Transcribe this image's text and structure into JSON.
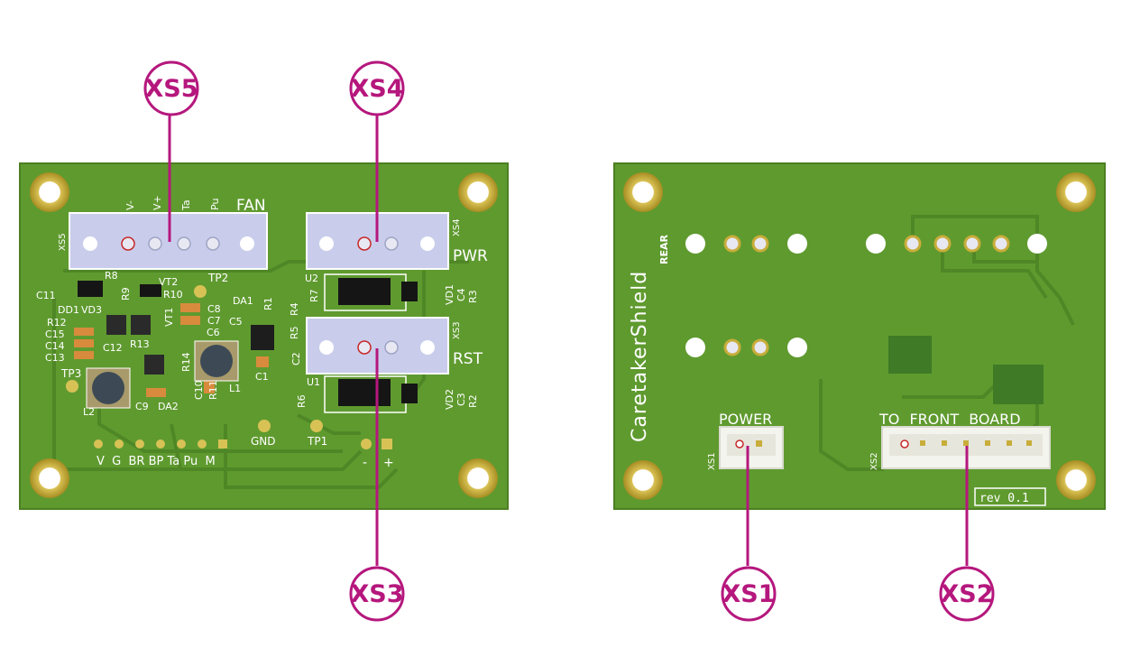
{
  "colors": {
    "pcb": "#5f9a2f",
    "pcb_edge": "#4c7f22",
    "trace": "#4f8726",
    "pad_gold": "#c8ad3a",
    "callout": "#b5177d",
    "connector": "#c9cdeb",
    "silk": "#ffffff"
  },
  "callouts": {
    "xs5": "XS5",
    "xs4": "XS4",
    "xs3": "XS3",
    "xs1": "XS1",
    "xs2": "XS2"
  },
  "front": {
    "fan_label": "FAN",
    "pwr_label": "PWR",
    "rst_label": "RST",
    "xs5_ref": "XS5",
    "xs4_ref": "XS4",
    "xs3_ref": "XS3",
    "fan_pins": [
      "V-",
      "V+",
      "Ta",
      "Pu"
    ],
    "header_pins": "V  G  BR BP Ta Pu  M",
    "gnd": "GND",
    "tp1": "TP1",
    "tp2": "TP2",
    "tp3": "TP3",
    "minus": "-",
    "plus": "+",
    "components": {
      "r8": "R8",
      "vt2": "VT2",
      "r9": "R9",
      "r10": "R10",
      "c11": "C11",
      "dd1": "DD1",
      "vd3": "VD3",
      "vt1": "VT1",
      "c8": "C8",
      "c7": "C7",
      "c5": "C5",
      "c6": "C6",
      "da1": "DA1",
      "r1": "R1",
      "r12": "R12",
      "c15": "C15",
      "c14": "C14",
      "c13": "C13",
      "c12": "C12",
      "r13": "R13",
      "r14": "R14",
      "c10": "C10",
      "r11": "R11",
      "l1": "L1",
      "l2": "L2",
      "c9": "C9",
      "da2": "DA2",
      "c1": "C1",
      "c2": "C2",
      "r4": "R4",
      "r5": "R5",
      "r7": "R7",
      "u2": "U2",
      "u1": "U1",
      "r6": "R6",
      "vd1": "VD1",
      "c4": "C4",
      "r3": "R3",
      "vd2": "VD2",
      "c3": "C3",
      "r2": "R2"
    }
  },
  "rear": {
    "brand": "CaretakerShield",
    "rear_word": "REAR",
    "power_label": "POWER",
    "front_board_label": "TO FRONT BOARD",
    "xs1_ref": "XS1",
    "xs2_ref": "XS2",
    "rev": "rev 0.1"
  }
}
